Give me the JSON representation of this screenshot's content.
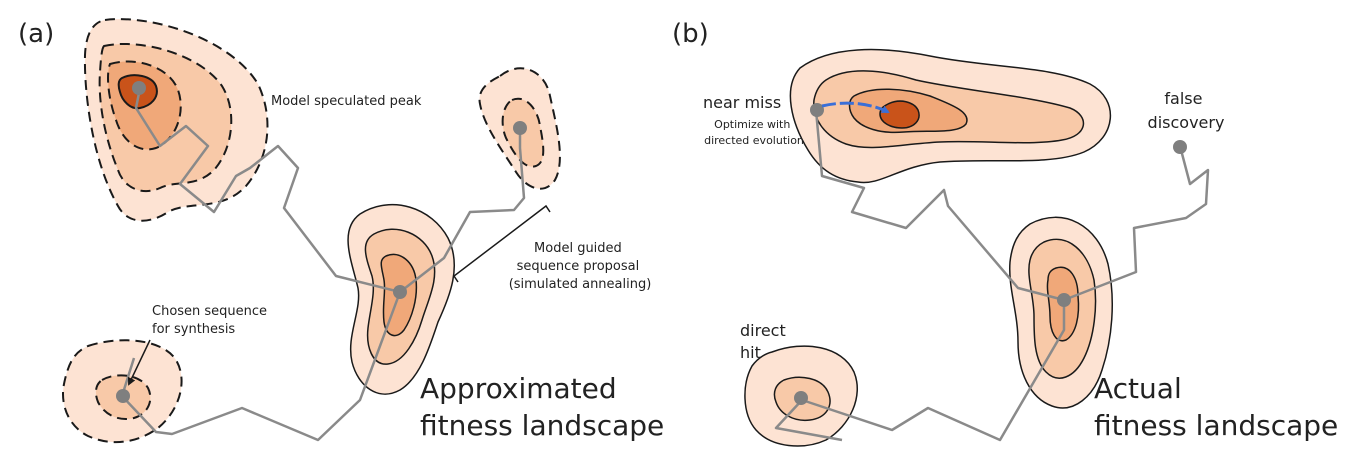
{
  "panel_a": {
    "letter": "(a)",
    "peak_label": "Model speculated peak",
    "proposal_label": [
      "Model guided",
      "sequence proposal",
      "(simulated annealing)"
    ],
    "chosen_label": [
      "Chosen sequence",
      "for synthesis"
    ],
    "title": [
      "Approximated",
      "fitness landscape"
    ]
  },
  "panel_b": {
    "letter": "(b)",
    "near_miss": "near miss",
    "near_miss_sub": [
      "Optimize with",
      "directed evolution"
    ],
    "false_discovery": [
      "false",
      "discovery"
    ],
    "direct_hit": [
      "direct",
      "hit"
    ],
    "title": [
      "Actual",
      "fitness landscape"
    ]
  },
  "colors": {
    "level1": "#fde3d3",
    "level2": "#f8c9a8",
    "level3": "#f0a879",
    "level4": "#c9531a",
    "path": "#8a8a8a",
    "node": "#7f7f7f",
    "arrow": "#3a6fd8",
    "outline": "#1a1a1a"
  }
}
